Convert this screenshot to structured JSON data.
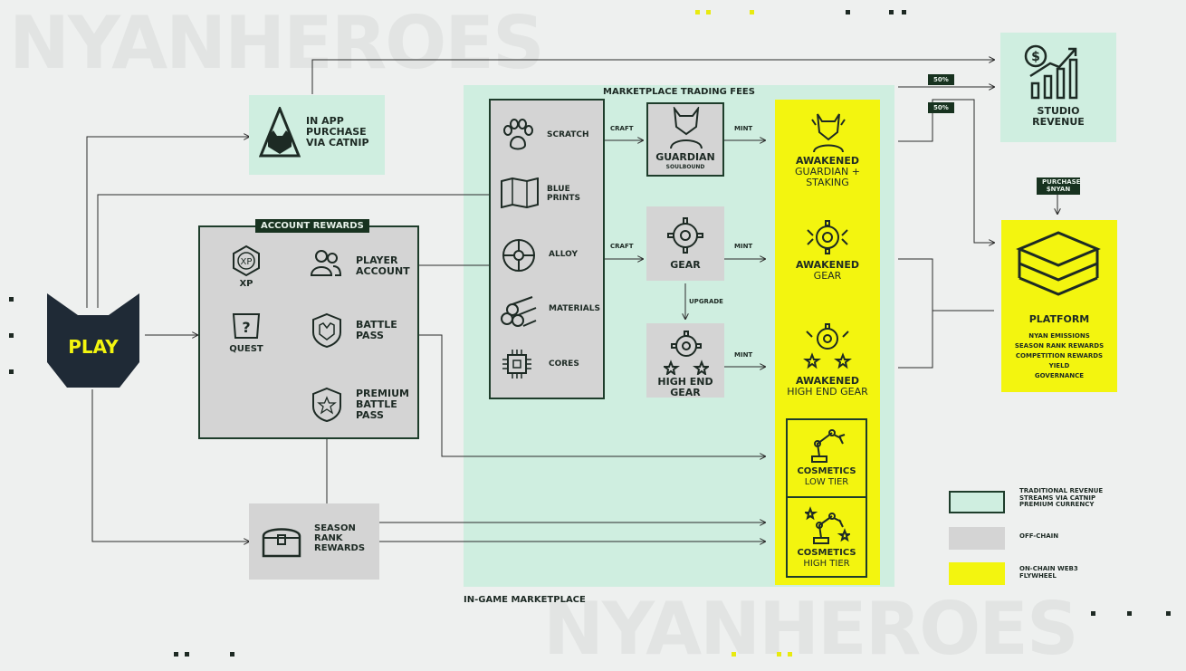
{
  "brand": {
    "watermark": "NYANHEROES"
  },
  "play": {
    "label": "PLAY"
  },
  "in_app": {
    "label": "IN APP PURCHASE VIA CATNIP"
  },
  "account_rewards": {
    "title": "ACCOUNT REWARDS",
    "xp": "XP",
    "quest": "QUEST",
    "player_account": "PLAYER ACCOUNT",
    "battle_pass": "BATTLE PASS",
    "premium_battle_pass": "PREMIUM BATTLE PASS"
  },
  "season_rank": {
    "label": "SEASON RANK REWARDS"
  },
  "marketplace": {
    "title": "MARKETPLACE TRADING FEES",
    "footer": "IN-GAME MARKETPLACE",
    "resources": [
      "SCRATCH",
      "BLUE PRINTS",
      "ALLOY",
      "MATERIALS",
      "CORES"
    ],
    "craft": "CRAFT",
    "mint": "MINT",
    "upgrade": "UPGRADE",
    "guardian": "GUARDIAN",
    "soulbound": "SOULBOUND",
    "gear": "GEAR",
    "high_end_gear": "HIGH END GEAR"
  },
  "onchain": {
    "awakened": "AWAKENED",
    "guardian_staking": "GUARDIAN + STAKING",
    "gear": "GEAR",
    "high_end_gear": "HIGH END GEAR",
    "cosmetics": "COSMETICS",
    "low_tier": "LOW TIER",
    "high_tier": "HIGH TIER"
  },
  "studio": {
    "label": "STUDIO REVENUE",
    "pct_a": "50%",
    "pct_b": "50%",
    "purchase": "PURCHASE $NYAN"
  },
  "platform": {
    "title": "PLATFORM",
    "items": [
      "NYAN EMISSIONS",
      "SEASON RANK REWARDS",
      "COMPETITION REWARDS",
      "YIELD",
      "GOVERNANCE"
    ]
  },
  "legend": {
    "traditional": "TRADITIONAL REVENUE STREAMS VIA CATNIP PREMIUM CURRENCY",
    "offchain": "OFF-CHAIN",
    "onchain": "ON-CHAIN WEB3 FLYWHEEL"
  },
  "colors": {
    "mint": "#cfeee0",
    "grey": "#d4d4d4",
    "yellow": "#f3f50f",
    "dark": "#1e3d2b"
  }
}
